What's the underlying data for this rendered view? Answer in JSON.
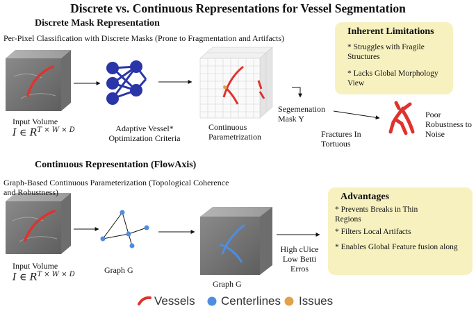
{
  "title": "Discrete vs. Continuous Representations for Vessel Segmentation",
  "discrete": {
    "heading": "Discrete Mask Representation",
    "subheading": "Per-Pixel Classification with Discrete Masks (Prone to Fragmentation and Artifacts)",
    "input_label": "Input Volume",
    "formula_base": "I ∈ R",
    "formula_sup": "T × W × D",
    "network_label": "Adaptive Vessel* Optimization Criteria",
    "grid_label": "Continuous Parametrization",
    "mask_label": "Segemenation Mask Y",
    "fracture_label": "Fractures In Tortuous",
    "noise_label": "Poor Robustness to Noise",
    "limitations": {
      "heading": "Inherent Limitations",
      "items": [
        "* Struggles with Fragile Structures",
        "* Lacks Global Morphology View"
      ]
    }
  },
  "continuous": {
    "heading": "Continuous Representation (FlowAxis)",
    "subheading": "Graph-Based Continuous Parameterization (Topological Coherence and Robustness)",
    "input_label": "Input Volume",
    "formula_base": "I ∈ R",
    "formula_sup": "T × W × D",
    "graph_label": "Graph G",
    "volume_label": "Graph G",
    "metrics_label": "High cUice Low Betti Erros",
    "advantages": {
      "heading": "Advantages",
      "items": [
        "* Prevents Breaks in Thin Regions",
        "* Filters Local Artifacts",
        "* Enables Global Feature fusion along"
      ]
    }
  },
  "legend": {
    "vessels": "Vessels",
    "centerlines": "Centerlines",
    "issues": "Issues"
  },
  "colors": {
    "vessel": "#e0322d",
    "centerline": "#4f8de0",
    "issue": "#e3a24a",
    "note_bg": "#f7f1c0",
    "network": "#2a35a8"
  }
}
